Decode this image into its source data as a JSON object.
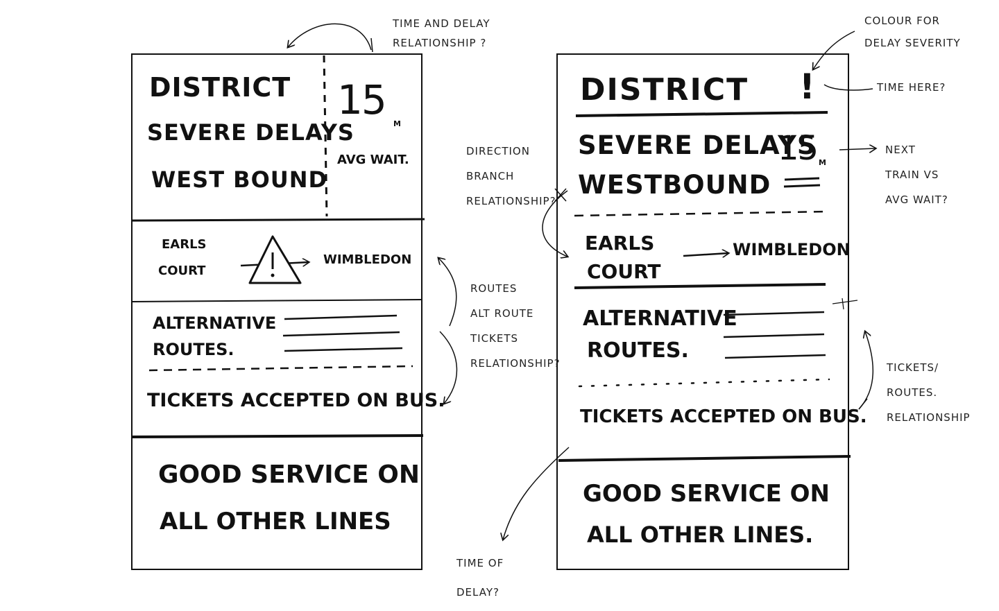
{
  "annotations": {
    "time_delay_relationship": [
      "Time and delay",
      "relationship ?"
    ],
    "colour_for_delay_severity": [
      "Colour for",
      "delay severity"
    ],
    "time_here": "Time here?",
    "next_train_vs_avg_wait": [
      "Next",
      "train vs",
      "avg wait?"
    ],
    "direction_branch_relationship": [
      "Direction",
      "branch",
      "relationship?"
    ],
    "routes_alt_route_tickets_relationship": [
      "Routes",
      "Alt route",
      "tickets",
      "relationship?"
    ],
    "tickets_routes_relationship": [
      "Tickets/",
      "routes.",
      "relationship"
    ],
    "time_of_delay": [
      "Time of",
      "delay?"
    ]
  },
  "sketch_a": {
    "line": "District",
    "status": "Severe delays",
    "direction": "West bound",
    "wait_value": "15",
    "wait_unit": "m",
    "wait_label": "Avg wait.",
    "from_station": [
      "Earls",
      "Court"
    ],
    "to_station": "Wimbledon",
    "alt_routes": [
      "Alternative",
      "Routes."
    ],
    "tickets": "Tickets accepted on bus.",
    "good_service": [
      "Good service on",
      "all other lines"
    ]
  },
  "sketch_b": {
    "line": "District",
    "alert_mark": "!",
    "status": "Severe delays",
    "direction": "Westbound",
    "wait_value": "15",
    "wait_unit": "m",
    "from_station": [
      "Earls",
      "Court"
    ],
    "to_station": "Wimbledon",
    "alt_routes": [
      "Alternative",
      "Routes."
    ],
    "tickets": "Tickets accepted on bus.",
    "good_service": [
      "Good service on",
      "all other lines."
    ]
  }
}
